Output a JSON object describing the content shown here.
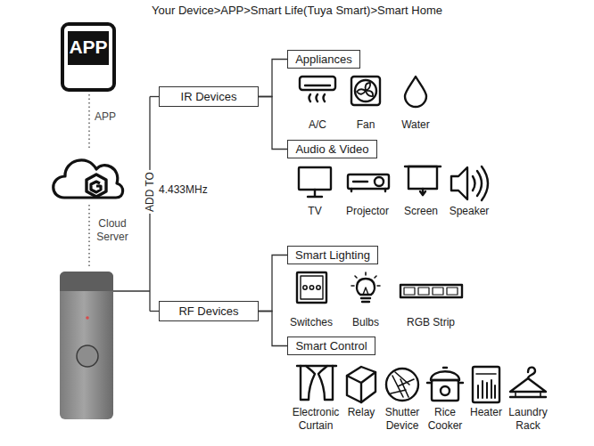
{
  "diagram": {
    "title": "Your Device>APP>Smart Life(Tuya Smart)>Smart Home",
    "nodes": [
      {
        "text": [
          "APP"
        ]
      },
      {
        "text": [
          "IR Devices"
        ]
      },
      {
        "text": [
          "Appliances"
        ]
      },
      {
        "text": [
          "Audio & Video"
        ]
      },
      {
        "text": [
          "RF Devices"
        ]
      },
      {
        "text": [
          "Smart Lighting"
        ]
      },
      {
        "text": [
          "Smart Control"
        ]
      }
    ],
    "edges": [
      {
        "from": 1,
        "to": 2,
        "arrow": "none"
      },
      {
        "from": 1,
        "to": 3,
        "arrow": "none"
      },
      {
        "from": 4,
        "to": 5,
        "arrow": "none"
      },
      {
        "from": 4,
        "to": 6,
        "arrow": "none"
      }
    ],
    "labels": [
      "APP",
      "Cloud Server",
      "ADD TO",
      "4.433MHz",
      "A/C",
      "Fan",
      "Water",
      "TV",
      "Projector",
      "Screen",
      "Speaker",
      "Switches",
      "Bulbs",
      "RGB Strip",
      "Electronic Curtain",
      "Relay",
      "Shutter Device",
      "Rice Cooker",
      "Heater",
      "Laundry Rack"
    ]
  }
}
